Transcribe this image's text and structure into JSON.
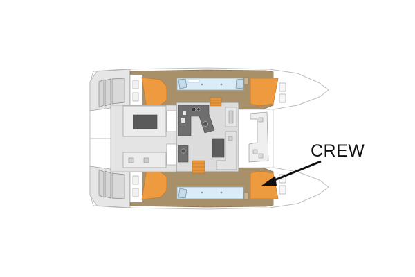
{
  "diagram": {
    "type": "catamaran deck plan",
    "annotation": {
      "label": "CREW",
      "points_to": "forward starboard cabin (lower right)"
    },
    "colors": {
      "cabin_orange": "#EE9A3E",
      "hull_wood": "#A8906A",
      "salon_gray": "#DCDCDC",
      "cockpit_gray": "#E4E4E4",
      "galley_dark": "#6E6E6E",
      "bathroom_blue": "#D9ECF7",
      "stairs_orange": "#E8963A",
      "outline": "#999999",
      "arrow": "#111111"
    },
    "areas": [
      {
        "name": "aft-port-cabin"
      },
      {
        "name": "forward-port-cabin"
      },
      {
        "name": "aft-starboard-cabin"
      },
      {
        "name": "forward-starboard-cabin-crew"
      },
      {
        "name": "salon"
      },
      {
        "name": "galley"
      },
      {
        "name": "cockpit"
      },
      {
        "name": "port-head"
      },
      {
        "name": "starboard-head"
      },
      {
        "name": "helm-station"
      }
    ]
  }
}
